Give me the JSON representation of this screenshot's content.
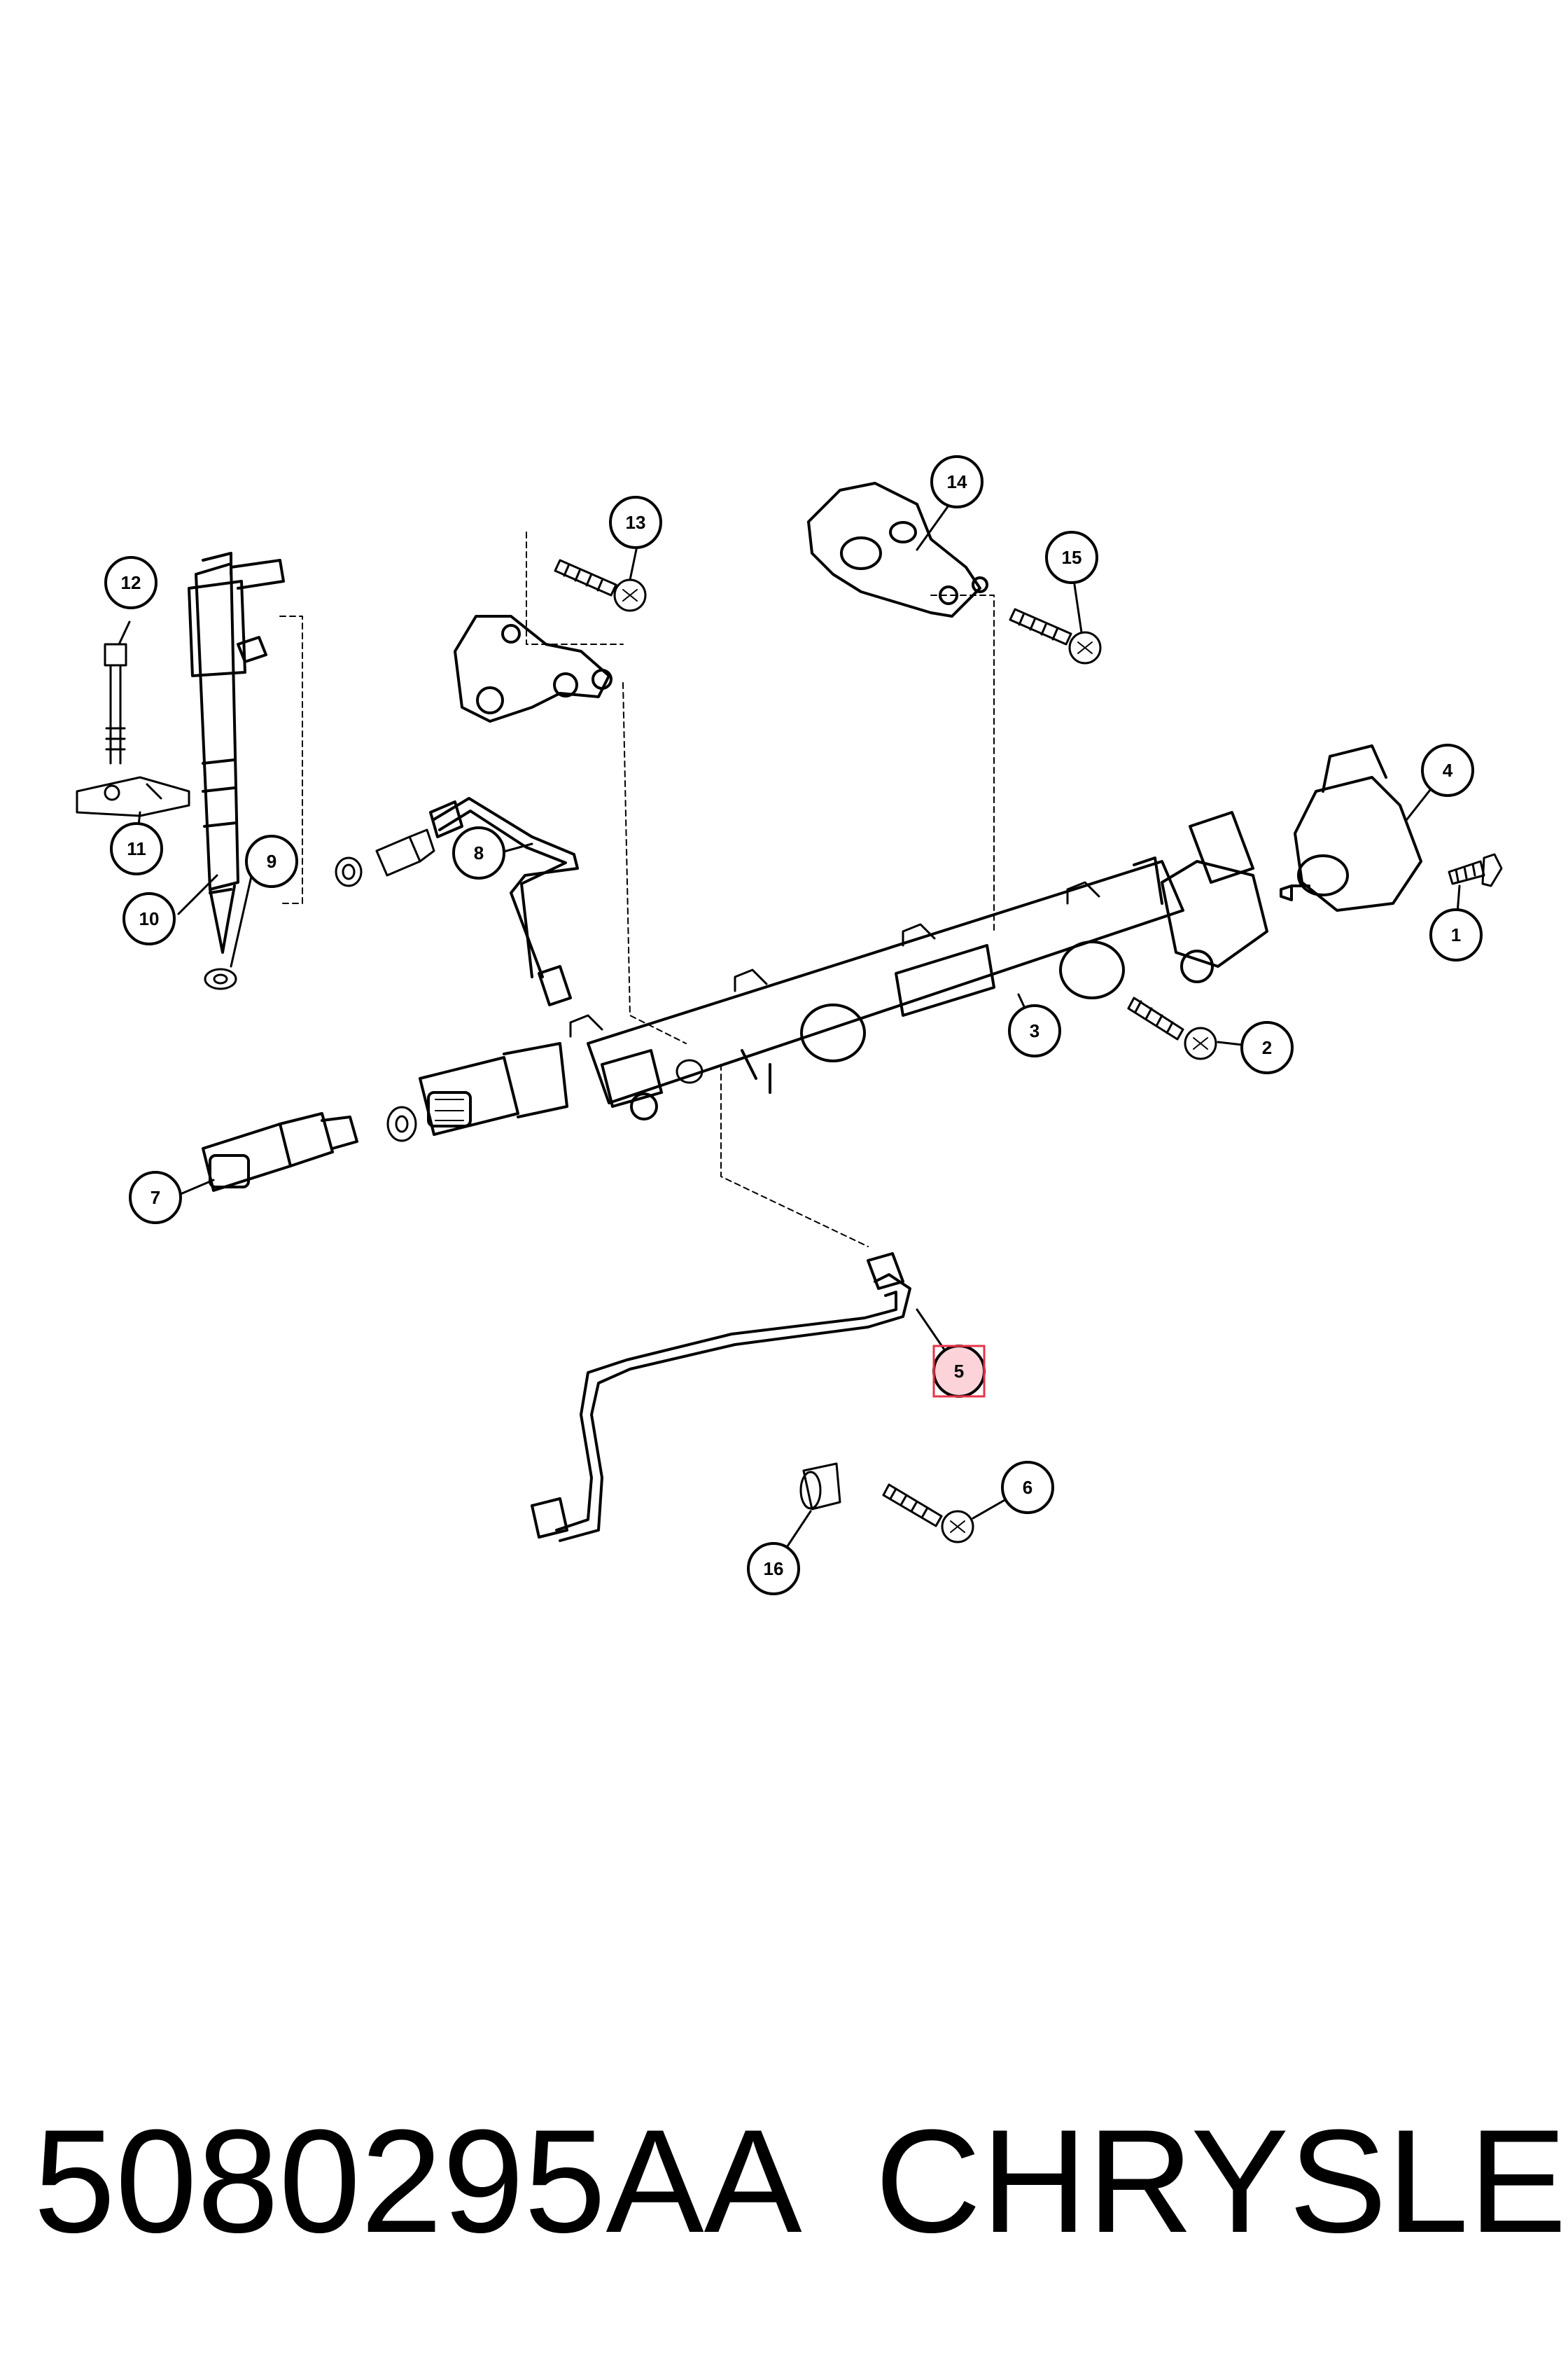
{
  "diagram": {
    "callouts": [
      {
        "id": "1",
        "label": "1"
      },
      {
        "id": "2",
        "label": "2"
      },
      {
        "id": "3",
        "label": "3"
      },
      {
        "id": "4",
        "label": "4"
      },
      {
        "id": "5",
        "label": "5",
        "highlighted": true
      },
      {
        "id": "6",
        "label": "6"
      },
      {
        "id": "7",
        "label": "7"
      },
      {
        "id": "8",
        "label": "8"
      },
      {
        "id": "9",
        "label": "9"
      },
      {
        "id": "10",
        "label": "10"
      },
      {
        "id": "11",
        "label": "11"
      },
      {
        "id": "12",
        "label": "12"
      },
      {
        "id": "13",
        "label": "13"
      },
      {
        "id": "14",
        "label": "14"
      },
      {
        "id": "15",
        "label": "15"
      },
      {
        "id": "16",
        "label": "16"
      }
    ],
    "highlight_color": "#e8334a",
    "highlight_fill": "#fbd3d9"
  },
  "footer": {
    "part_number": "5080295AA",
    "brand": "CHRYSLER"
  }
}
